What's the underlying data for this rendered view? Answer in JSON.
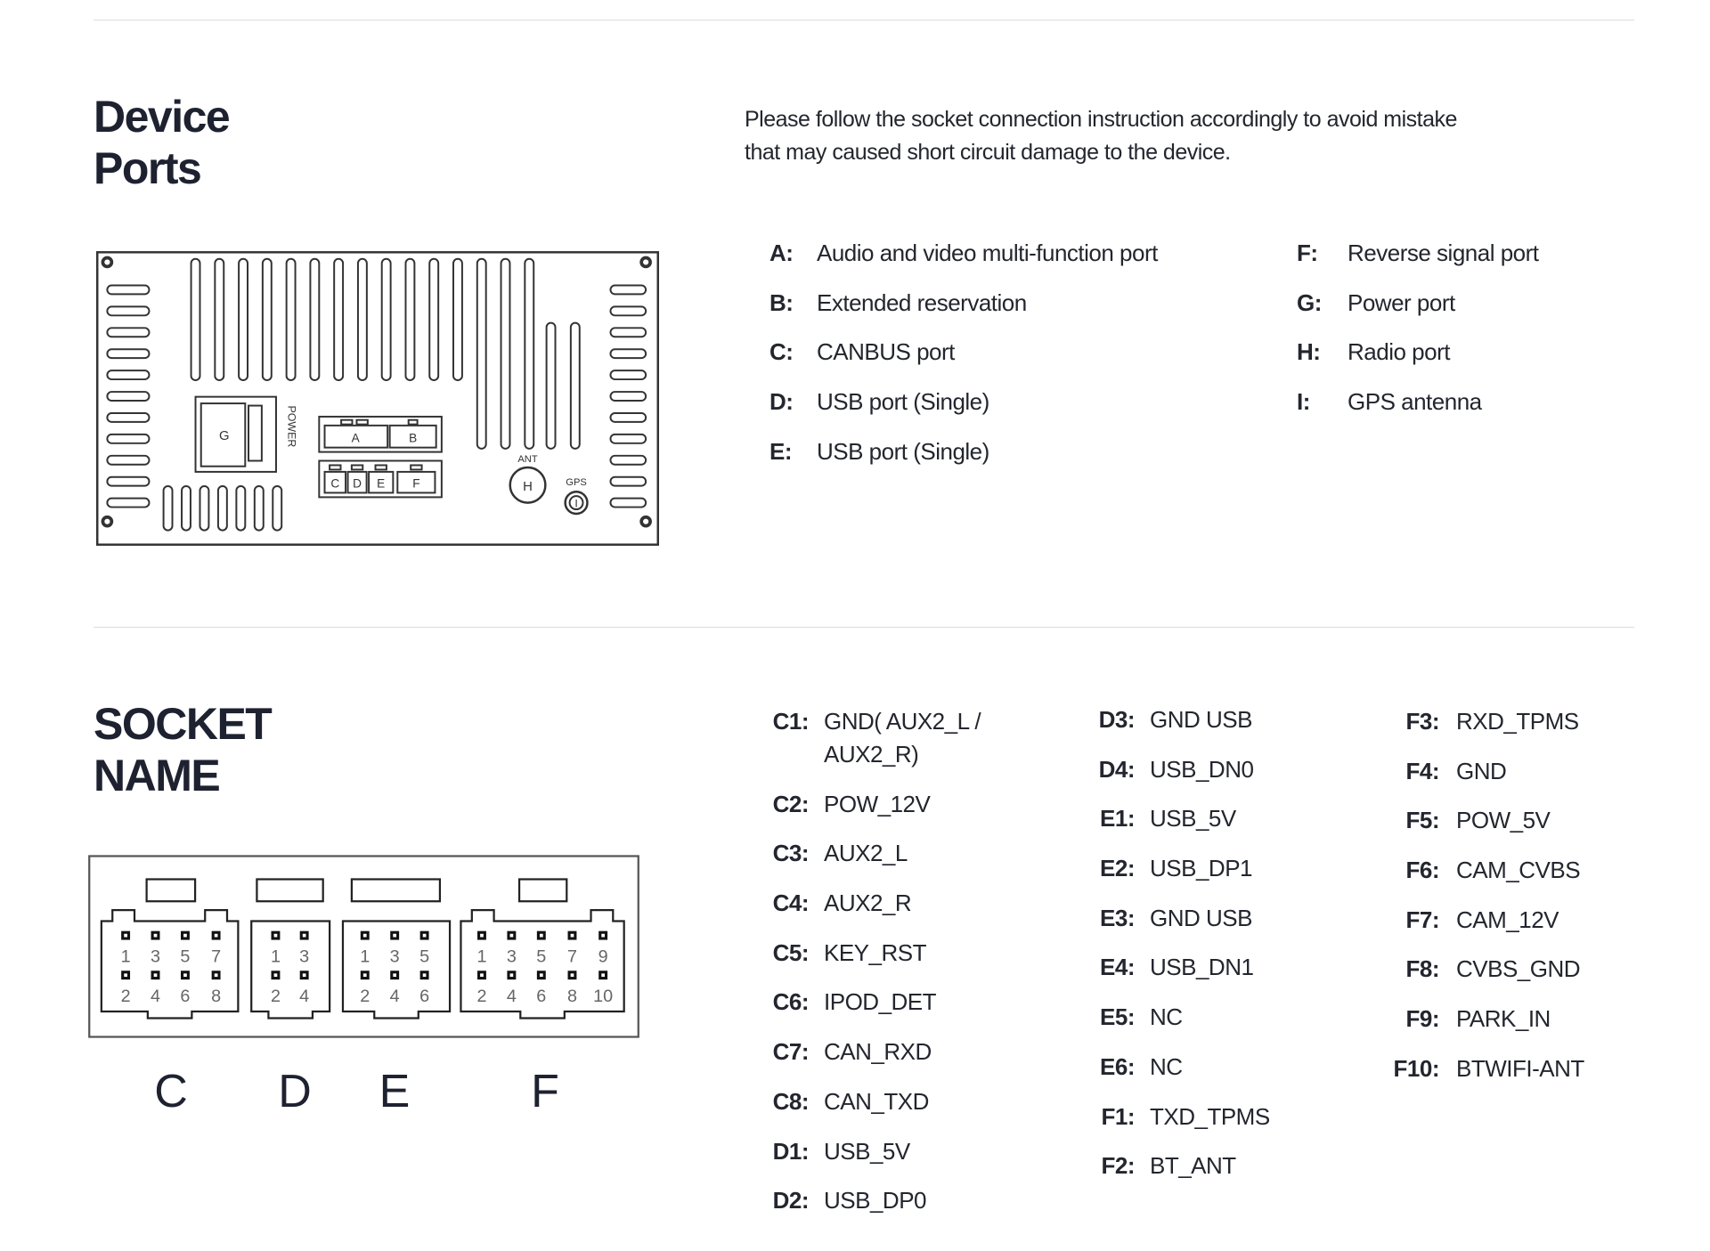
{
  "device_ports": {
    "title_line1": "Device",
    "title_line2": "Ports",
    "instruction": "Please follow the socket connection instruction accordingly to avoid mistake that may caused short circuit damage to the device.",
    "ports_left": [
      {
        "key": "A:",
        "label": "Audio and video multi-function port"
      },
      {
        "key": "B:",
        "label": "Extended reservation"
      },
      {
        "key": "C:",
        "label": "CANBUS port"
      },
      {
        "key": "D:",
        "label": "USB port (Single)"
      },
      {
        "key": "E:",
        "label": "USB port (Single)"
      }
    ],
    "ports_right": [
      {
        "key": "F:",
        "label": "Reverse signal port"
      },
      {
        "key": "G:",
        "label": "Power port"
      },
      {
        "key": "H:",
        "label": "Radio port"
      },
      {
        "key": "I:",
        "label": "GPS antenna"
      }
    ],
    "diagram_labels": {
      "g": "G",
      "power": "POWER",
      "a": "A",
      "b": "B",
      "c": "C",
      "d": "D",
      "e": "E",
      "f": "F",
      "ant": "ANT",
      "h": "H",
      "gps": "GPS",
      "i": "I"
    }
  },
  "socket_name": {
    "title_line1": "SOCKET",
    "title_line2": "NAME",
    "connector_letters": [
      "C",
      "D",
      "E",
      "F"
    ],
    "pins": {
      "C": {
        "top": [
          "1",
          "3",
          "5",
          "7"
        ],
        "bottom": [
          "2",
          "4",
          "6",
          "8"
        ]
      },
      "D": {
        "top": [
          "1",
          "3"
        ],
        "bottom": [
          "2",
          "4"
        ]
      },
      "E": {
        "top": [
          "1",
          "3",
          "5"
        ],
        "bottom": [
          "2",
          "4",
          "6"
        ]
      },
      "F": {
        "top": [
          "1",
          "3",
          "5",
          "7",
          "9"
        ],
        "bottom": [
          "2",
          "4",
          "6",
          "8",
          "10"
        ]
      }
    },
    "columns": [
      [
        {
          "pin": "C1:",
          "name": "GND( AUX2_L /\nAUX2_R)"
        },
        {
          "pin": "C2:",
          "name": "POW_12V"
        },
        {
          "pin": "C3:",
          "name": "AUX2_L"
        },
        {
          "pin": "C4:",
          "name": "AUX2_R"
        },
        {
          "pin": "C5:",
          "name": "KEY_RST"
        },
        {
          "pin": "C6:",
          "name": "IPOD_DET"
        },
        {
          "pin": "C7:",
          "name": "CAN_RXD"
        },
        {
          "pin": "C8:",
          "name": "CAN_TXD"
        },
        {
          "pin": "D1:",
          "name": "USB_5V"
        },
        {
          "pin": "D2:",
          "name": "USB_DP0"
        }
      ],
      [
        {
          "pin": "D3:",
          "name": "GND USB"
        },
        {
          "pin": "D4:",
          "name": "USB_DN0"
        },
        {
          "pin": "E1:",
          "name": "USB_5V"
        },
        {
          "pin": "E2:",
          "name": "USB_DP1"
        },
        {
          "pin": "E3:",
          "name": "GND USB"
        },
        {
          "pin": "E4:",
          "name": "USB_DN1"
        },
        {
          "pin": "E5:",
          "name": "NC"
        },
        {
          "pin": "E6:",
          "name": "NC"
        },
        {
          "pin": "F1:",
          "name": "TXD_TPMS"
        },
        {
          "pin": "F2:",
          "name": "BT_ANT"
        }
      ],
      [
        {
          "pin": "F3:",
          "name": "RXD_TPMS"
        },
        {
          "pin": "F4:",
          "name": "GND"
        },
        {
          "pin": "F5:",
          "name": "POW_5V"
        },
        {
          "pin": "F6:",
          "name": "CAM_CVBS"
        },
        {
          "pin": "F7:",
          "name": "CAM_12V"
        },
        {
          "pin": "F8:",
          "name": "CVBS_GND"
        },
        {
          "pin": "F9:",
          "name": "PARK_IN"
        },
        {
          "pin": "F10:",
          "name": "BTWIFI-ANT"
        }
      ]
    ]
  }
}
